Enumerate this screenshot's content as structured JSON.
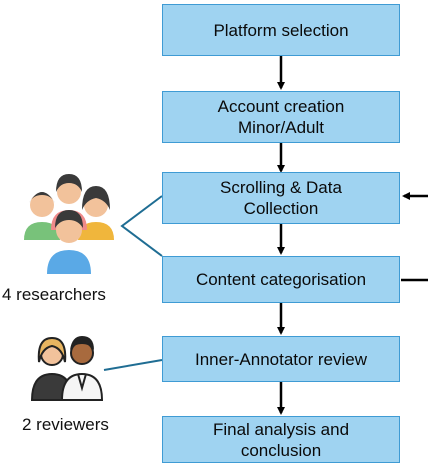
{
  "steps": [
    {
      "lines": [
        "Platform selection"
      ]
    },
    {
      "lines": [
        "Account creation",
        "Minor/Adult"
      ]
    },
    {
      "lines": [
        "Scrolling & Data",
        "Collection"
      ]
    },
    {
      "lines": [
        "Content categorisation"
      ]
    },
    {
      "lines": [
        "Inner-Annotator review"
      ]
    },
    {
      "lines": [
        "Final analysis and",
        "conclusion"
      ]
    }
  ],
  "groups": {
    "researchers": {
      "label": "4 researchers",
      "icon": "researchers-group-icon"
    },
    "reviewers": {
      "label": "2 reviewers",
      "icon": "reviewers-pair-icon"
    }
  },
  "colors": {
    "box_fill": "#9fd3f1",
    "box_border": "#3f9bd4",
    "connector": "#1f6d93",
    "arrow": "#000000"
  }
}
